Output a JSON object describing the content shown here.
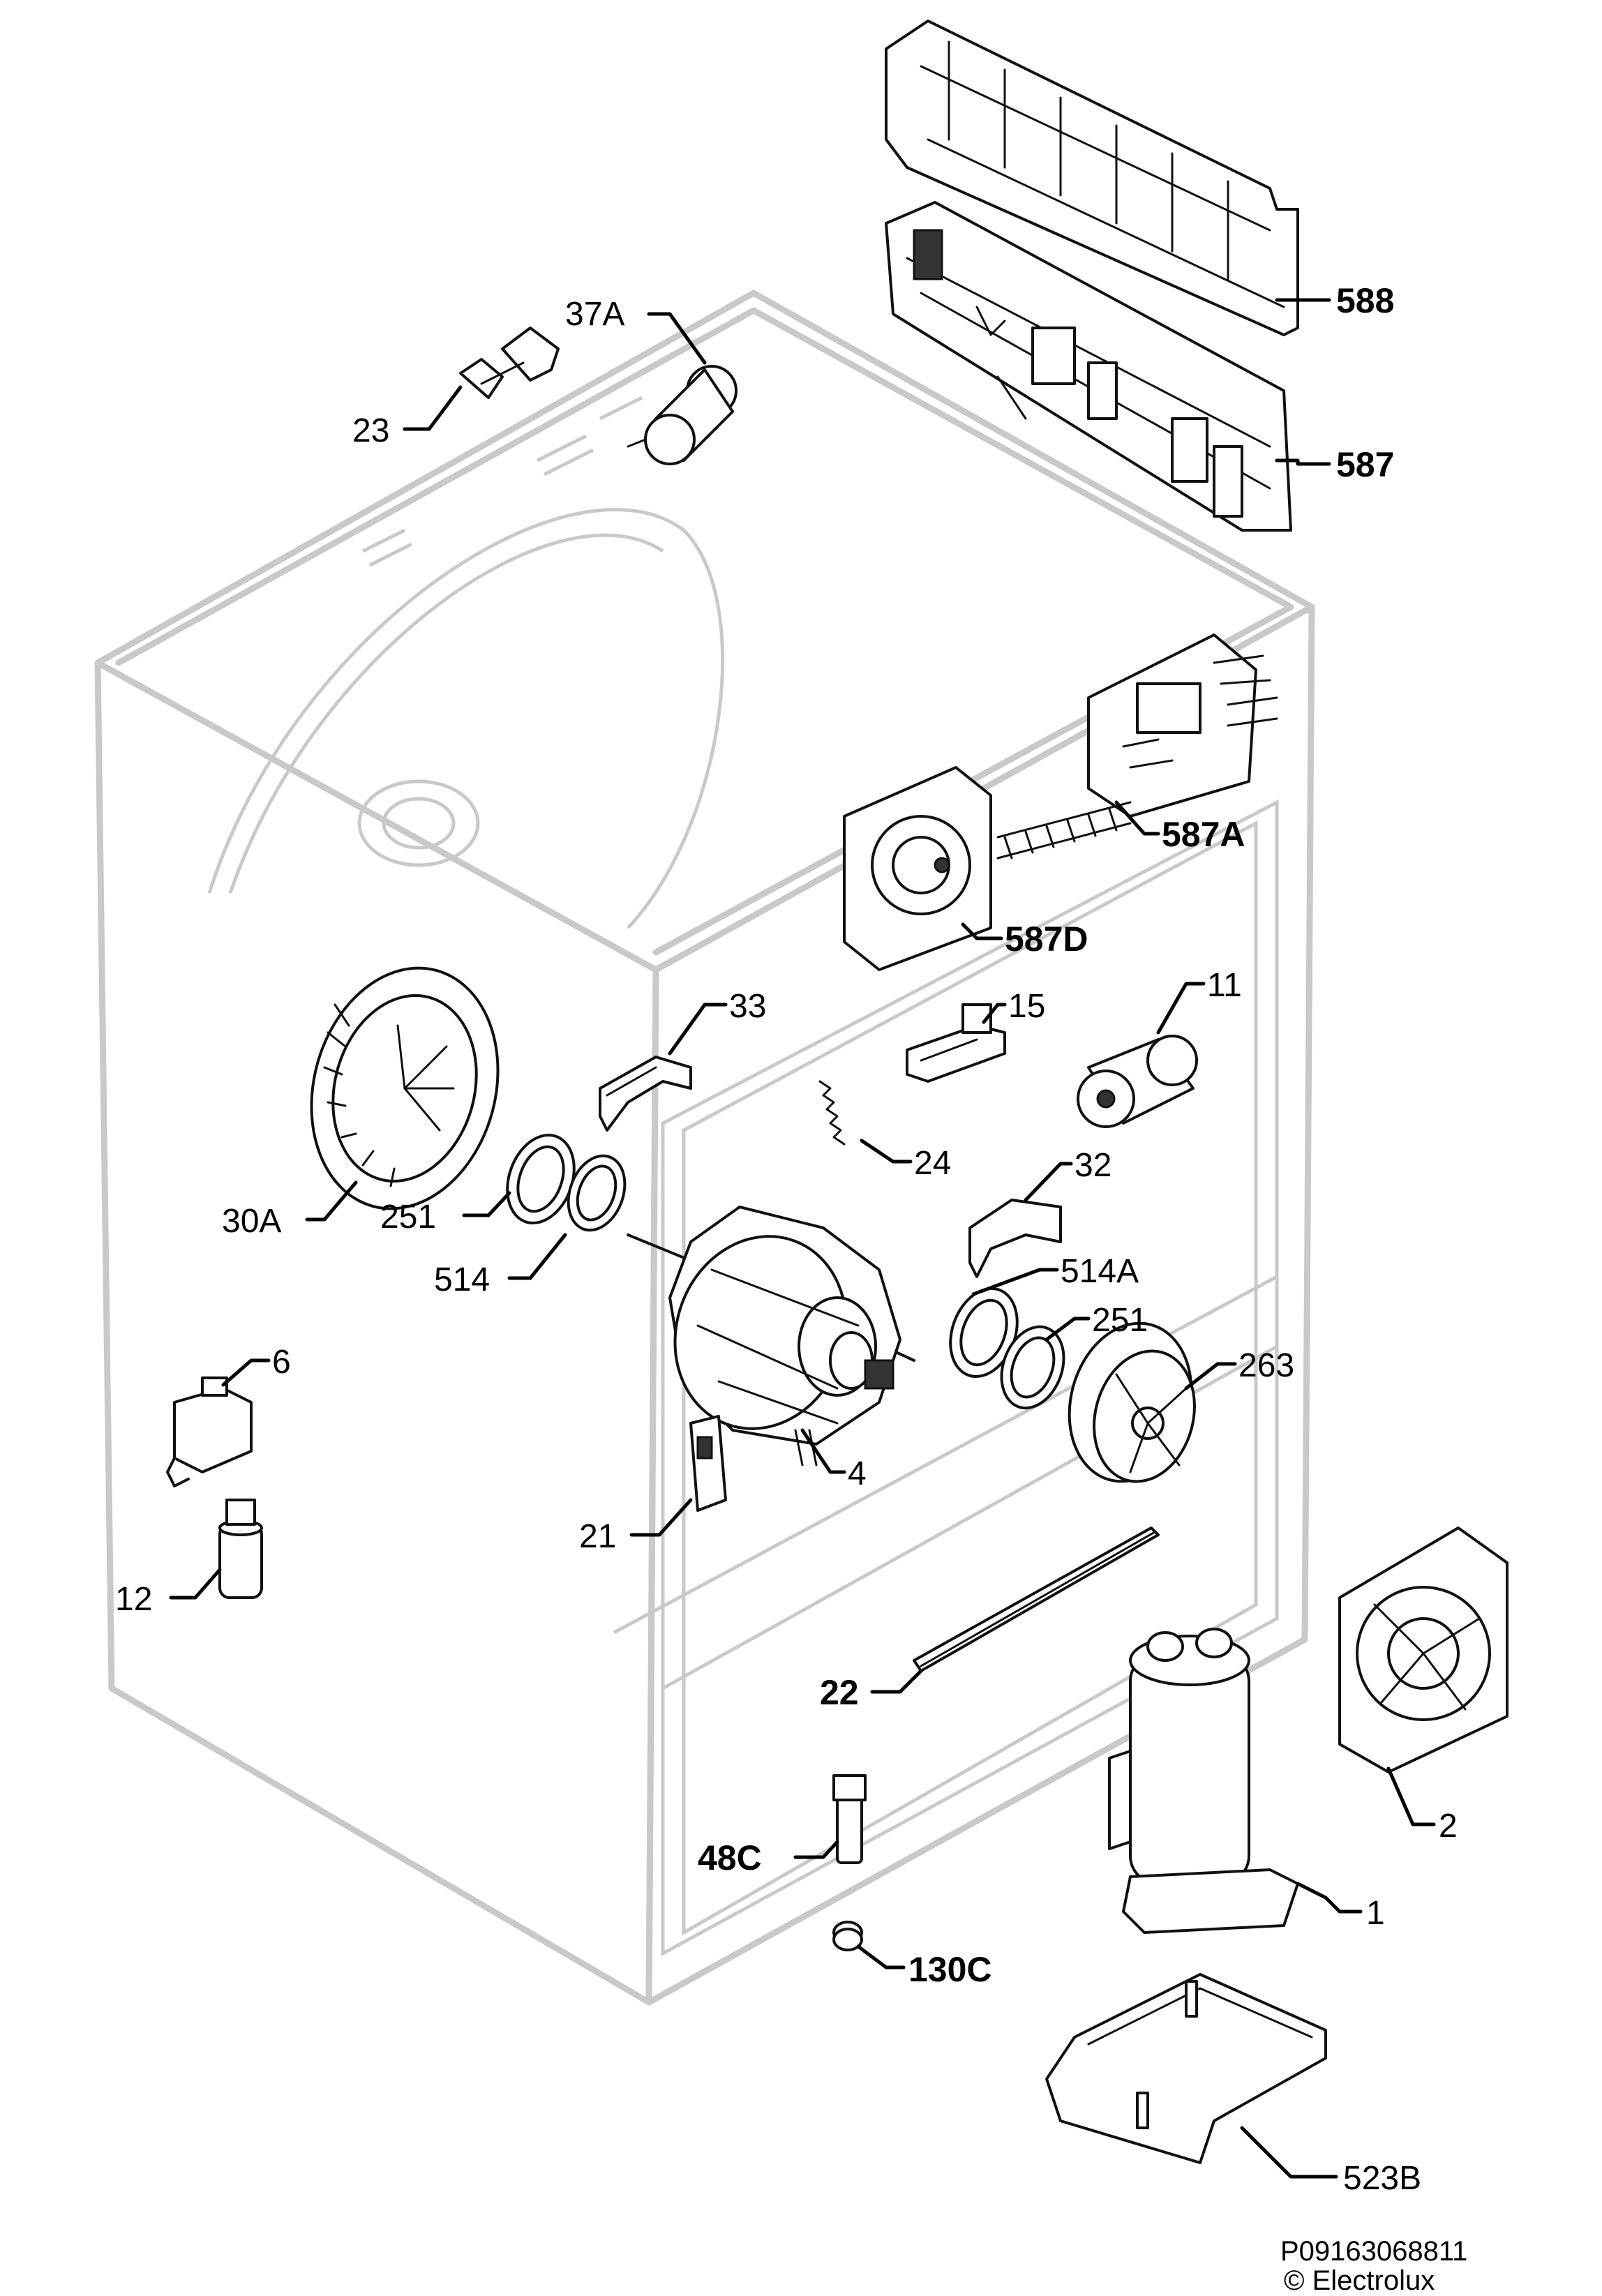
{
  "diagram": {
    "callouts": {
      "p588": "588",
      "p587": "587",
      "p37a": "37A",
      "p23": "23",
      "p587a": "587A",
      "p587d": "587D",
      "p33": "33",
      "p15": "15",
      "p11": "11",
      "p24": "24",
      "p32": "32",
      "p30a": "30A",
      "p251a": "251",
      "p514": "514",
      "p514a": "514A",
      "p251b": "251",
      "p263": "263",
      "p6": "6",
      "p4": "4",
      "p21": "21",
      "p12": "12",
      "p22": "22",
      "p2": "2",
      "p48c": "48C",
      "p1": "1",
      "p130c": "130C",
      "p523b": "523B"
    },
    "footer": {
      "code": "P09163068811",
      "copyright": "© Electrolux"
    }
  }
}
